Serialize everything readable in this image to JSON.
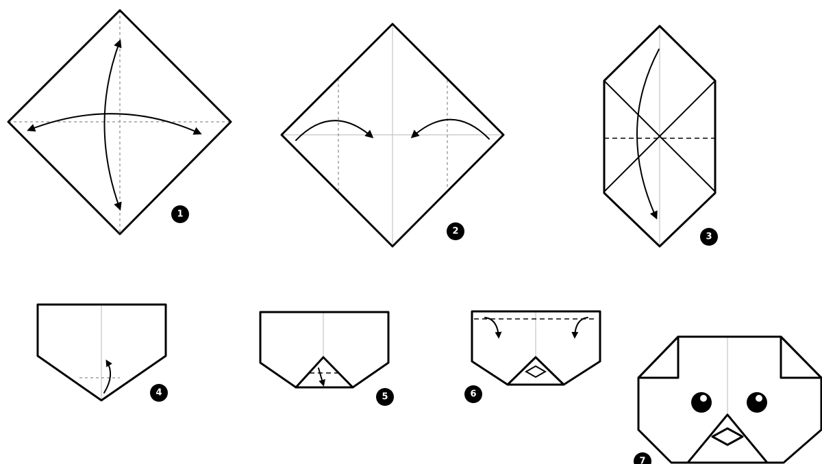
{
  "steps": [
    {
      "number": "1"
    },
    {
      "number": "2"
    },
    {
      "number": "3"
    },
    {
      "number": "4"
    },
    {
      "number": "5"
    },
    {
      "number": "6"
    },
    {
      "number": "7"
    }
  ],
  "colors": {
    "ink": "#000000",
    "paper": "#ffffff",
    "crease": "#8a8a8a"
  }
}
